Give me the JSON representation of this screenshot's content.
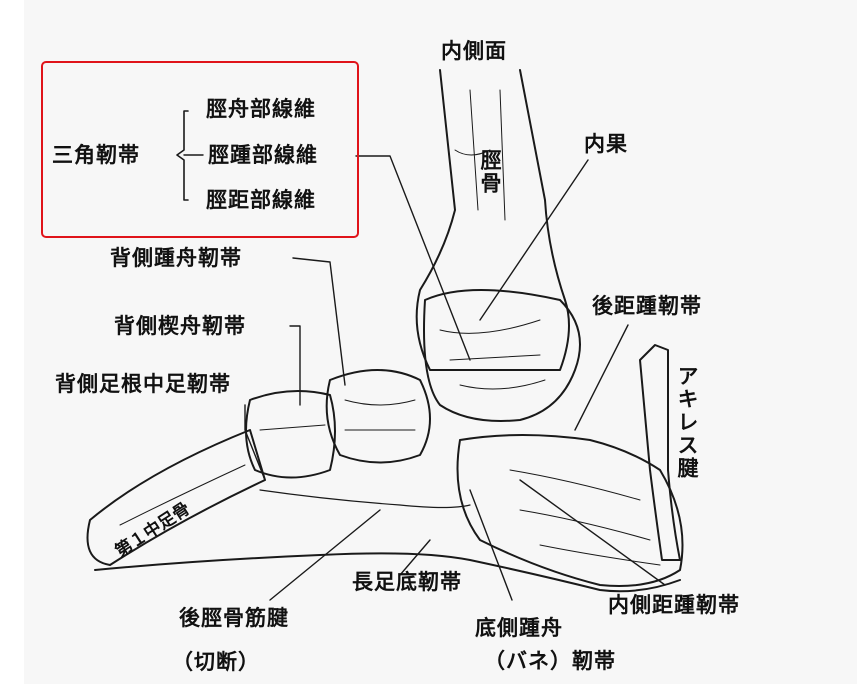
{
  "labels": {
    "medial_view": "内側面",
    "tibia": "脛骨",
    "medial_malleolus": "内果",
    "deltoid_ligament": "三角靭帯",
    "tibionavicular": "脛舟部線維",
    "tibiocalcaneal": "脛踵部線維",
    "tibiotalar": "脛距部線維",
    "dorsal_calcaneonavicular": "背側踵舟靭帯",
    "dorsal_cuneonavicular": "背側楔舟靭帯",
    "dorsal_tarsometatarsal": "背側足根中足靭帯",
    "posterior_talocalcaneal": "後距踵靭帯",
    "achilles_tendon": "アキレス腱",
    "first_metatarsal": "第１中足骨",
    "long_plantar": "長足底靭帯",
    "medial_talocalcaneal": "内側距踵靭帯",
    "tibialis_posterior_line1": "後脛骨筋腱",
    "tibialis_posterior_line2": "（切断）",
    "plantar_calcaneonavicular_line1": "底側踵舟",
    "plantar_calcaneonavicular_line2": "（バネ）靭帯"
  },
  "colors": {
    "highlight_box": "#e0141a",
    "line_art": "#1a1a1a",
    "background": "#f7f7f7"
  }
}
